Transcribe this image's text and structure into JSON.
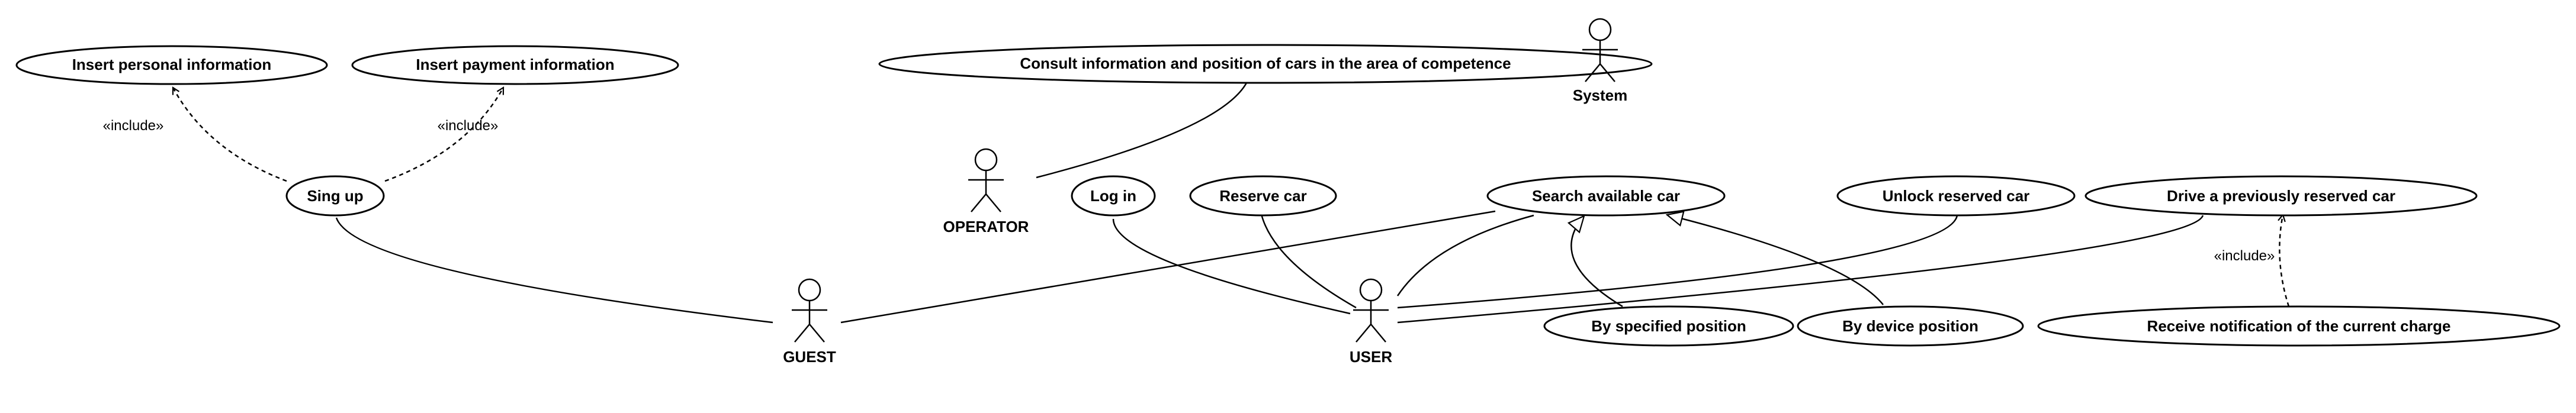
{
  "diagram": {
    "use_cases": {
      "insert_personal": "Insert personal information",
      "insert_payment": "Insert payment information",
      "consult": "Consult information and position of cars in the area of competence",
      "sign_up": "Sing up",
      "log_in": "Log in",
      "reserve_car": "Reserve car",
      "search_car": "Search available car",
      "unlock_car": "Unlock reserved car",
      "drive_car": "Drive a previously reserved car",
      "by_specified": "By specified position",
      "by_device": "By device position",
      "receive_notification": "Receive notification of the current charge"
    },
    "actors": {
      "system": "System",
      "operator": "OPERATOR",
      "guest": "GUEST",
      "user": "USER"
    },
    "stereotypes": {
      "include_personal": "«include»",
      "include_payment": "«include»",
      "include_notification": "«include»"
    }
  }
}
